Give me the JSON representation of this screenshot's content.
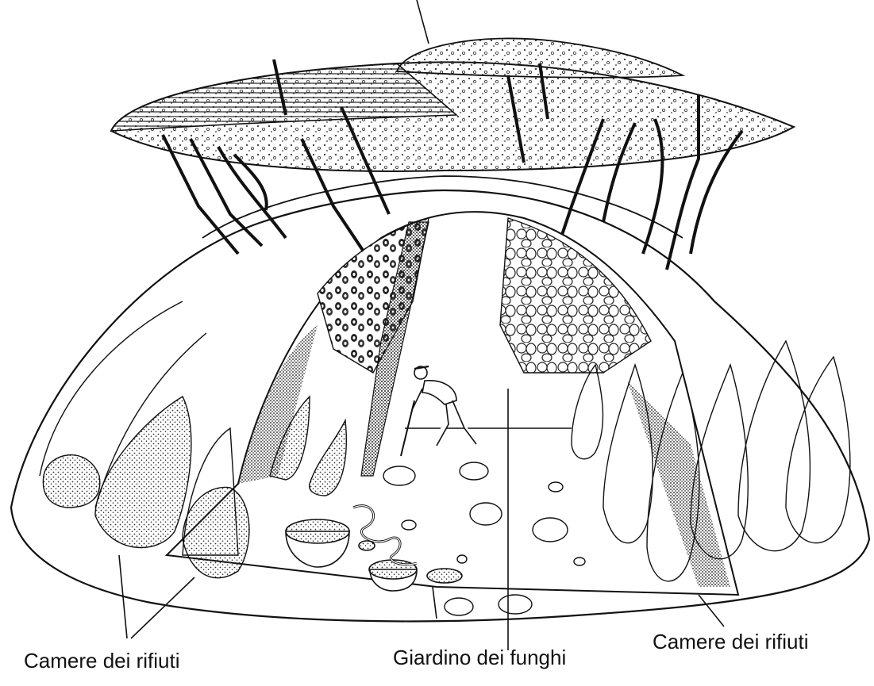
{
  "labels": {
    "waste_left": "Camere dei rifiuti",
    "fungus_garden": "Giardino dei funghi",
    "waste_right": "Camere dei rifiuti"
  },
  "colors": {
    "ink": "#111111",
    "background": "#ffffff",
    "stipple": "#333333"
  }
}
